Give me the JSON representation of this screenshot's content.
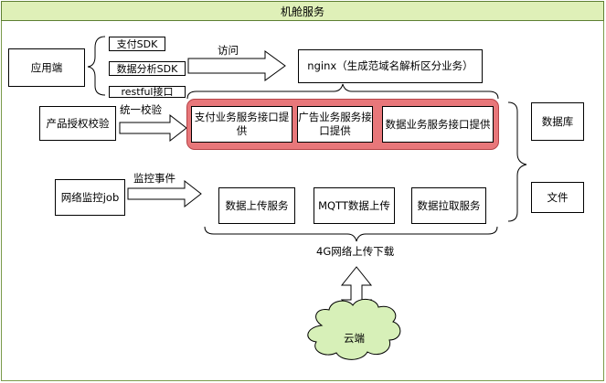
{
  "header": {
    "title": "机舱服务"
  },
  "app_client": {
    "label": "应用端",
    "sdk_items": [
      "支付SDK",
      "数据分析SDK",
      "restful接口"
    ]
  },
  "access_label": "访问",
  "nginx": {
    "label": "nginx（生成范域名解析区分业务）"
  },
  "product_auth": {
    "label": "产品授权校验",
    "edge_label": "统一校验"
  },
  "interfaces": [
    "支付业务服务接口提供",
    "广告业务服务接口提供",
    "数据业务服务接口提供"
  ],
  "monitor": {
    "label": "网络监控job",
    "edge_label": "监控事件"
  },
  "services": [
    "数据上传服务",
    "MQTT数据上传",
    "数据拉取服务"
  ],
  "storage": {
    "database": "数据库",
    "file": "文件"
  },
  "network_label": "4G网络上传下载",
  "cloud": {
    "label": "云端"
  }
}
